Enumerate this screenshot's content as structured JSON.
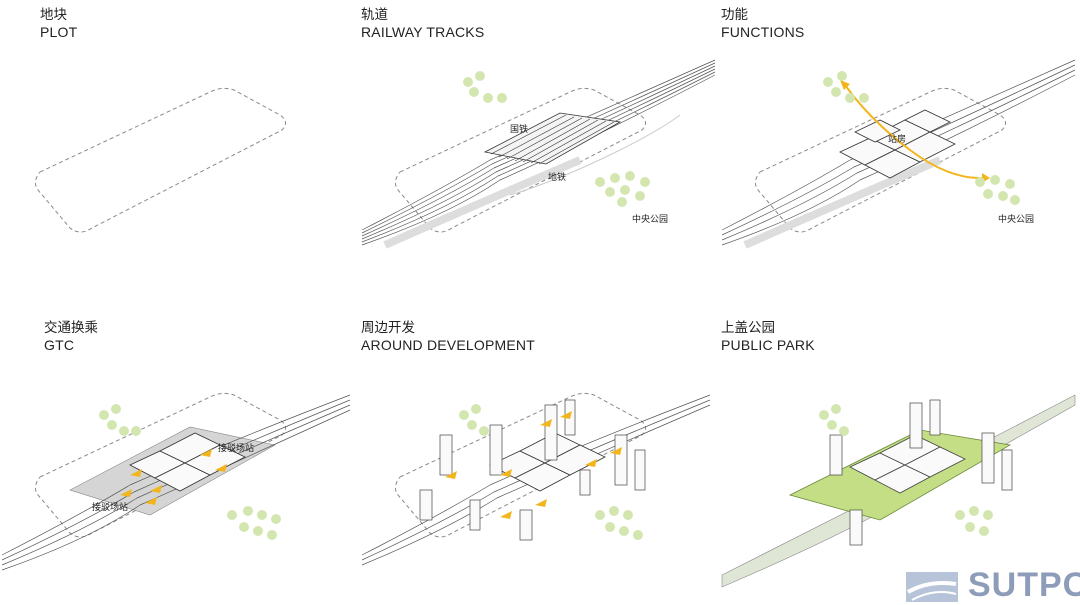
{
  "panels": {
    "plot": {
      "zh": "地块",
      "en": "PLOT"
    },
    "railway": {
      "zh": "轨道",
      "en": "RAILWAY TRACKS",
      "label_national": "国铁",
      "label_metro": "地铁",
      "label_park": "中央公园"
    },
    "functions": {
      "zh": "功能",
      "en": "FUNCTIONS",
      "label_station": "站房",
      "label_park": "中央公园"
    },
    "gtc": {
      "zh": "交通换乘",
      "en": "GTC",
      "label_transfer_a": "接驳场站",
      "label_transfer_b": "接驳场站"
    },
    "development": {
      "zh": "周边开发",
      "en": "AROUND DEVELOPMENT"
    },
    "park": {
      "zh": "上盖公园",
      "en": "PUBLIC PARK"
    }
  },
  "logo": {
    "text": "SUTPC"
  },
  "colors": {
    "line": "#666666",
    "dash": "#8a8a8a",
    "tree": "#d4e6b0",
    "arrow": "#f2b51c",
    "park": "#b5d56a",
    "logo": "#8d9cb8"
  }
}
